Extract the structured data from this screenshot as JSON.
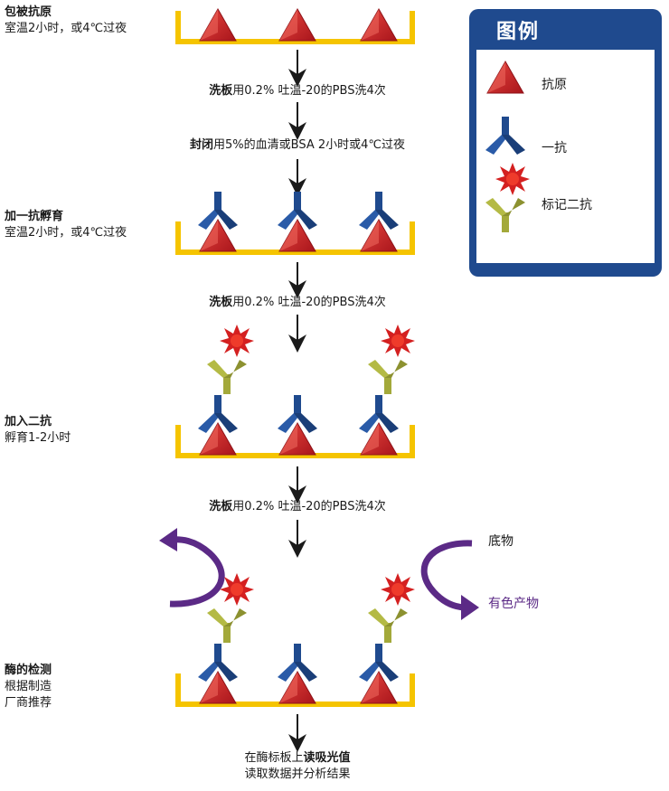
{
  "steps": [
    {
      "id": "coat",
      "title": "包被抗原",
      "desc": "室温2小时，或4℃过夜"
    },
    {
      "id": "primary",
      "title": "加一抗孵育",
      "desc": "室温2小时，或4℃过夜"
    },
    {
      "id": "secondary",
      "title": "加入二抗",
      "desc": "孵育1-2小时"
    },
    {
      "id": "detect",
      "title": "酶的检测",
      "desc_lines": [
        "根据制造",
        "厂商推荐"
      ]
    }
  ],
  "wash": {
    "bold": "洗板",
    "text": "用0.2% 吐温-20的PBS洗4次"
  },
  "block": {
    "bold": "封闭",
    "text": "用5%的血清或BSA 2小时或4℃过夜"
  },
  "final": {
    "line1_prefix": "在酶标板上",
    "line1_bold": "读吸光值",
    "line2": "读取数据并分析结果"
  },
  "substrate": {
    "in_label": "底物",
    "out_label": "有色产物"
  },
  "legend": {
    "title": "图例",
    "items": [
      {
        "label": "抗原",
        "icon": "antigen-triangle"
      },
      {
        "label": "一抗",
        "icon": "primary-antibody"
      },
      {
        "label": "标记二抗",
        "icon": "labeled-secondary-antibody"
      }
    ]
  },
  "colors": {
    "plate": "#f5c400",
    "antigen": "#cc1f1f",
    "primary_antibody": "#1f4a8e",
    "secondary_antibody": "#a3a93a",
    "label_star": "#d42020",
    "arrow": "#1a1a1a",
    "substrate_arrow": "#5b2a86",
    "legend_bg": "#1f4a8e"
  }
}
